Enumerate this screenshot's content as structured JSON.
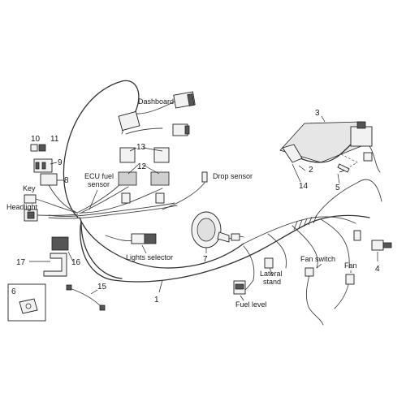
{
  "labels": {
    "dashboard": "Dashboard",
    "key": "Key",
    "headlight": "Headlight",
    "ecu_fuel_sensor_line1": "ECU fuel",
    "ecu_fuel_sensor_line2": "sensor",
    "drop_sensor": "Drop sensor",
    "lights_selector": "Lights selector",
    "lateral_stand_line1": "Lateral",
    "lateral_stand_line2": "stand",
    "fuel_level": "Fuel level",
    "fan_switch": "Fan switch",
    "fan": "Fan"
  },
  "callouts": {
    "n1": "1",
    "n2": "2",
    "n3": "3",
    "n4": "4",
    "n5": "5",
    "n6": "6",
    "n7": "7",
    "n8": "8",
    "n9": "9",
    "n10": "10",
    "n11": "11",
    "n12": "12",
    "n13": "13",
    "n14": "14",
    "n15": "15",
    "n16": "16",
    "n17": "17"
  }
}
